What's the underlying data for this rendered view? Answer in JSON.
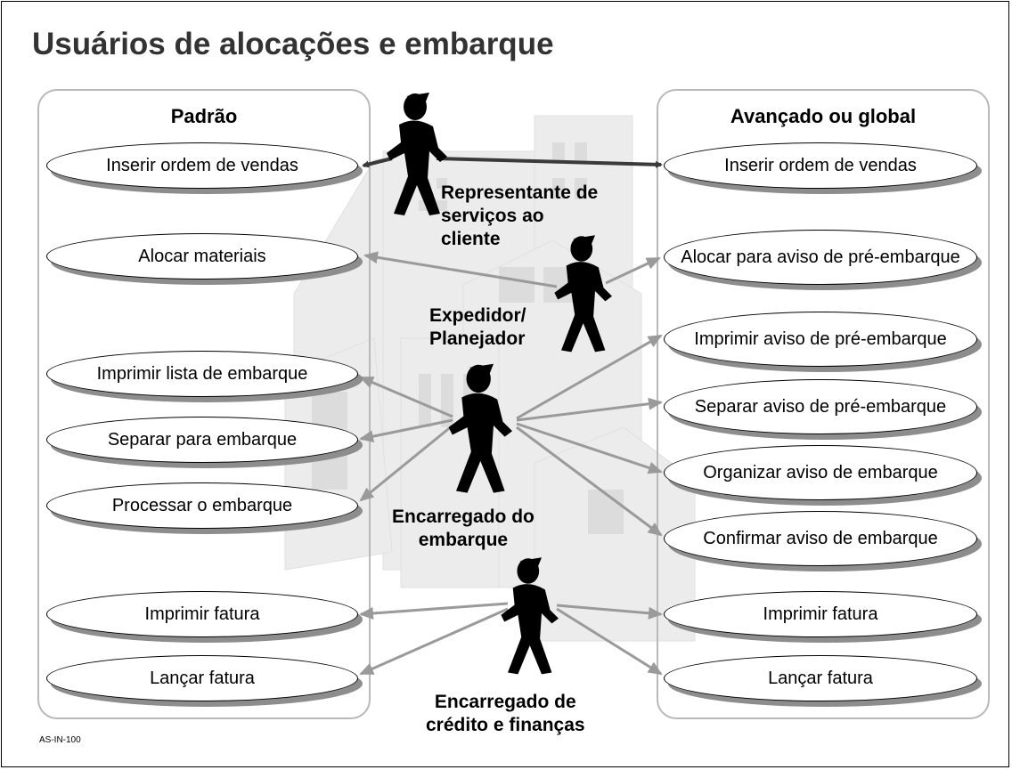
{
  "title": "Usuários de alocações e embarque",
  "footer_code": "AS-IN-100",
  "panels": {
    "left_title": "Padrão",
    "right_title": "Avançado ou global"
  },
  "left_items": [
    "Inserir ordem de vendas",
    "Alocar materiais",
    "Imprimir lista de embarque",
    "Separar para embarque",
    "Processar o embarque",
    "Imprimir fatura",
    "Lançar fatura"
  ],
  "right_items": [
    "Inserir ordem de vendas",
    "Alocar para aviso de pré-embarque",
    "Imprimir aviso de pré-embarque",
    "Separar aviso de pré-embarque",
    "Organizar aviso de embarque",
    "Confirmar aviso de embarque",
    "Imprimir fatura",
    "Lançar fatura"
  ],
  "roles": {
    "customer_service": [
      "Representante de",
      "serviços ao",
      "cliente"
    ],
    "expediter": [
      "Expedidor/",
      "Planejador"
    ],
    "shipping_clerk": [
      "Encarregado do",
      "embarque"
    ],
    "credit_finance": [
      "Encarregado de",
      "crédito e finanças"
    ]
  },
  "colors": {
    "arrow_dark": "#3a3a3a",
    "arrow_gray": "#9a9a9a",
    "panel_border": "#b9b9b9",
    "oval_shadow": "#8d8d8d",
    "building": "#e7e7e7"
  },
  "icons": [
    "person-figure-icon",
    "building-background-icon"
  ]
}
